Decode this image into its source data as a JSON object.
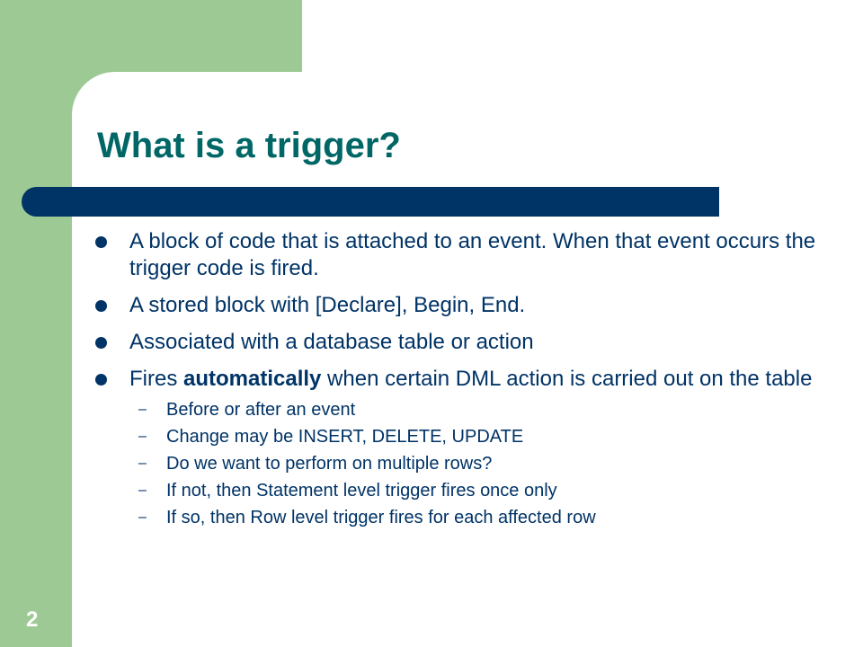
{
  "slide": {
    "title": "What is a trigger?",
    "page_number": "2",
    "bullets": [
      {
        "parts": [
          {
            "text": "A block of code that is attached to an event.  When that event occurs the trigger code is fired.",
            "bold": false
          }
        ]
      },
      {
        "parts": [
          {
            "text": "A stored block with [Declare], Begin, End.",
            "bold": false
          }
        ]
      },
      {
        "parts": [
          {
            "text": "Associated with a database table or action",
            "bold": false
          }
        ]
      },
      {
        "parts": [
          {
            "text": "Fires ",
            "bold": false
          },
          {
            "text": "automatically",
            "bold": true
          },
          {
            "text": " when certain DML action is carried out on the table",
            "bold": false
          }
        ],
        "sub": [
          "Before or after an event",
          "Change may be INSERT, DELETE, UPDATE",
          "Do we want to perform on multiple rows?",
          "If not, then Statement level trigger fires once only",
          "If so, then Row level trigger fires for each affected row"
        ]
      }
    ],
    "sub_marker": "–"
  },
  "colors": {
    "accent_green": "#9dca94",
    "title_teal": "#006666",
    "navy": "#003366"
  }
}
